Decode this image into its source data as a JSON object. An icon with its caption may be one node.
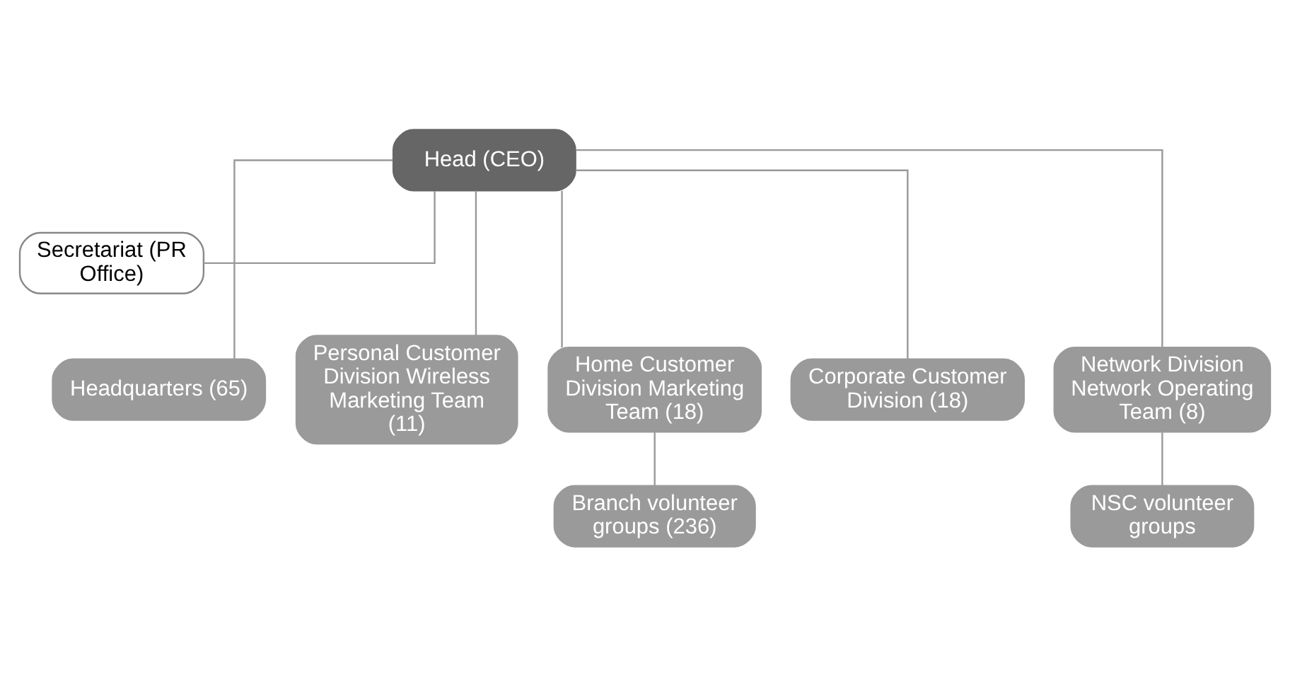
{
  "diagram": {
    "nodes": [
      {
        "text": [
          "Head (CEO)"
        ]
      },
      {
        "text": [
          "Secretariat (PR Office)"
        ]
      },
      {
        "text": [
          "Headquarters (65)"
        ]
      },
      {
        "text": [
          "Personal Customer Division Wireless Marketing Team (11)"
        ]
      },
      {
        "text": [
          "Home Customer Division Marketing Team (18)"
        ]
      },
      {
        "text": [
          "Corporate Customer Division (18)"
        ]
      },
      {
        "text": [
          "Network Division Network Operating Team (8)"
        ]
      },
      {
        "text": [
          "Branch volunteer groups (236)"
        ]
      },
      {
        "text": [
          "NSC volunteer groups"
        ]
      }
    ],
    "edges": [
      {
        "from": 0,
        "to": 1,
        "arrow": "none"
      },
      {
        "from": 0,
        "to": 2,
        "arrow": "none"
      },
      {
        "from": 0,
        "to": 3,
        "arrow": "none"
      },
      {
        "from": 0,
        "to": 4,
        "arrow": "none"
      },
      {
        "from": 0,
        "to": 5,
        "arrow": "none"
      },
      {
        "from": 0,
        "to": 6,
        "arrow": "none"
      },
      {
        "from": 4,
        "to": 7,
        "arrow": "none"
      },
      {
        "from": 6,
        "to": 8,
        "arrow": "none"
      }
    ]
  }
}
